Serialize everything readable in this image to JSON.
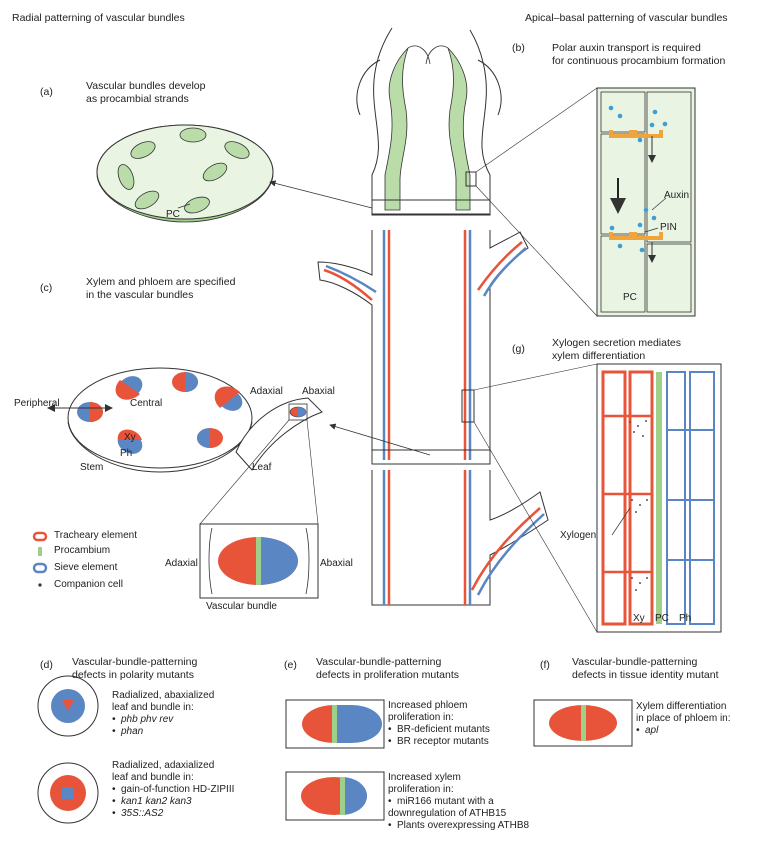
{
  "colors": {
    "xylem": "#e8543a",
    "phloem": "#5b86c4",
    "procambium": "#9fd08a",
    "strand": "#b9dca9",
    "tissue": "#e9f4e3",
    "auxin": "#3a9fd6",
    "pin": "#f0a53c"
  },
  "headers": {
    "radial": "Radial patterning of vascular bundles",
    "apical": "Apical–basal patterning of vascular bundles"
  },
  "panel_a": {
    "tag": "(a)",
    "title1": "Vascular bundles develop",
    "title2": "as procambial strands",
    "pc": "PC"
  },
  "panel_b": {
    "tag": "(b)",
    "title1": "Polar auxin transport is required",
    "title2": "for continuous procambium formation",
    "auxin": "Auxin",
    "pin": "PIN",
    "pc": "PC"
  },
  "panel_c": {
    "tag": "(c)",
    "title1": "Xylem and phloem are specified",
    "title2": "in the vascular bundles",
    "peripheral": "Peripheral",
    "central": "Central",
    "xy": "Xy",
    "ph": "Ph",
    "stem": "Stem",
    "leaf": "Leaf",
    "adaxial": "Adaxial",
    "abaxial": "Abaxial",
    "bundle_adaxial": "Adaxial",
    "bundle_abaxial": "Abaxial",
    "bundle_caption": "Vascular bundle"
  },
  "legend": {
    "tracheary": "Tracheary element",
    "procambium": "Procambium",
    "sieve": "Sieve element",
    "companion": "Companion cell"
  },
  "panel_g": {
    "tag": "(g)",
    "title1": "Xylogen secretion mediates",
    "title2": "xylem differentiation",
    "xylogen": "Xylogen",
    "xy": "Xy",
    "pc": "PC",
    "ph": "Ph"
  },
  "panel_d": {
    "tag": "(d)",
    "title1": "Vascular-bundle-patterning",
    "title2": "defects in polarity mutants",
    "case1": {
      "line1": "Radialized, abaxialized",
      "line2": "leaf and bundle in:",
      "items": [
        "phb phv rev",
        "phan"
      ]
    },
    "case2": {
      "line1": "Radialized, adaxialized",
      "line2": "leaf and bundle in:",
      "items": [
        "gain-of-function HD-ZIPIII",
        "kan1 kan2 kan3",
        "35S::AS2"
      ]
    }
  },
  "panel_e": {
    "tag": "(e)",
    "title1": "Vascular-bundle-patterning",
    "title2": "defects in proliferation mutants",
    "case1": {
      "line1": "Increased phloem",
      "line2": "proliferation in:",
      "items": [
        "BR-deficient mutants",
        "BR receptor mutants"
      ]
    },
    "case2": {
      "line1": "Increased xylem",
      "line2": "proliferation in:",
      "item1a": "miR166 mutant with a",
      "item1b": "downregulation of ATHB15",
      "item2": "Plants overexpressing ATHB8"
    }
  },
  "panel_f": {
    "tag": "(f)",
    "title1": "Vascular-bundle-patterning",
    "title2": "defects in tissue identity mutant",
    "line1": "Xylem differentiation",
    "line2": "in place of phloem in:",
    "items": [
      "apl"
    ]
  }
}
